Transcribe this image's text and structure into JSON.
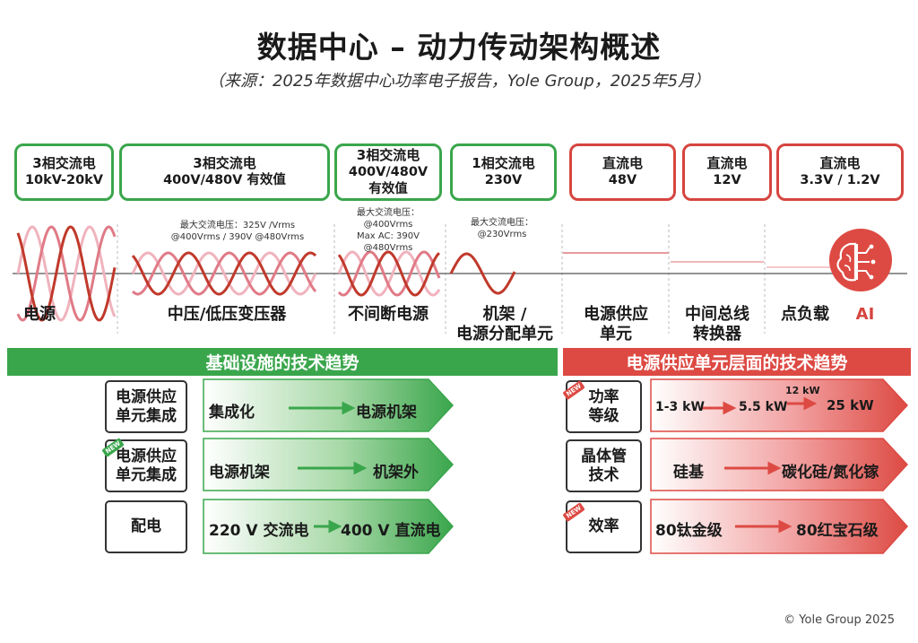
{
  "title": "数据中心 – 动力传动架构概述",
  "subtitle": "（来源：2025年数据中心功率电子报告，Yole Group，2025年5月）",
  "top_boxes": [
    {
      "line1": "3相交流电",
      "line2": "10kV-20kV",
      "line3": ""
    },
    {
      "line1": "3相交流电",
      "line2": "400V/480V 有效值",
      "line3": ""
    },
    {
      "line1": "3相交流电",
      "line2": "400V/480V",
      "line3": "有效值"
    },
    {
      "line1": "1相交流电",
      "line2": "230V",
      "line3": ""
    },
    {
      "line1": "直流电",
      "line2": "48V",
      "line3": ""
    },
    {
      "line1": "直流电",
      "line2": "12V",
      "line3": ""
    },
    {
      "line1": "直流电",
      "line2": "3.3V / 1.2V",
      "line3": ""
    }
  ],
  "notes": {
    "transformer": [
      "最大交流电压：325V /Vrms",
      "@400Vrms / 390V @480Vrms"
    ],
    "ups": [
      "最大交流电压：",
      "@400Vrms",
      "Max AC: 390V",
      "@480Vrms"
    ],
    "rack": [
      "最大交流电压：",
      "@230Vrms"
    ]
  },
  "stages": [
    {
      "line1": "电源",
      "line2": ""
    },
    {
      "line1": "中压/低压变压器",
      "line2": ""
    },
    {
      "line1": "不间断电源",
      "line2": ""
    },
    {
      "line1": "机架 /",
      "line2": "电源分配单元"
    },
    {
      "line1": "电源供应",
      "line2": "单元"
    },
    {
      "line1": "中间总线",
      "line2": "转换器"
    },
    {
      "line1": "点负载",
      "line2": ""
    },
    {
      "line1": "AI",
      "line2": ""
    }
  ],
  "banners": {
    "left": "基础设施的技术趋势",
    "right": "电源供应单元层面的技术趋势"
  },
  "left_rows": [
    {
      "label1": "电源供应",
      "label2": "单元集成",
      "tag": "",
      "from": "集成化",
      "to": "电源机架"
    },
    {
      "label1": "电源供应",
      "label2": "单元集成",
      "tag": "NEW",
      "from": "电源机架",
      "to": "机架外"
    },
    {
      "label1": "配电",
      "label2": "",
      "tag": "",
      "from": "220 V 交流电",
      "to": "400 V 直流电"
    }
  ],
  "right_rows": [
    {
      "label1": "功率",
      "label2": "等级",
      "tag": "NEW",
      "steps": [
        "1-3 kW",
        "5.5 kW",
        "25 kW"
      ],
      "note": "12 kW"
    },
    {
      "label1": "晶体管",
      "label2": "技术",
      "tag": "",
      "steps": [
        "硅基",
        "碳化硅/氮化镓"
      ],
      "note": ""
    },
    {
      "label1": "效率",
      "label2": "",
      "tag": "NEW",
      "steps": [
        "80钛金级",
        "80红宝石级"
      ],
      "note": ""
    }
  ],
  "copyright": "© Yole Group 2025",
  "colors": {
    "green": "#3aa64c",
    "red": "#dd4a43",
    "dark_red": "#c0392b",
    "pink": "#e07a86",
    "light_pink": "#f0b3bd"
  }
}
